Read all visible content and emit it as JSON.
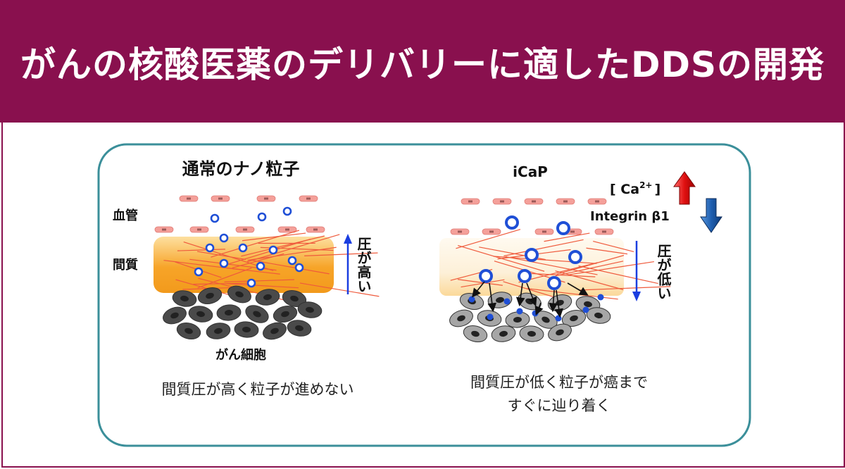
{
  "header": {
    "title": "がんの核酸医薬のデリバリーに適したDDSの開発"
  },
  "left_panel": {
    "title": "通常のナノ粒子",
    "label_vessel": "血管",
    "label_stroma": "間質",
    "label_pressure": "圧が高い",
    "label_cancer": "がん細胞",
    "caption": "間質圧が高く粒子が進めない"
  },
  "right_panel": {
    "title": "iCaP",
    "label_ca": "[ Ca",
    "label_ca_sup": "2+",
    "label_ca_close": "]",
    "label_integrin": "Integrin β1",
    "label_pressure": "圧が低い",
    "caption_line1": "間質圧が低く粒子が癌まで",
    "caption_line2": "すぐに辿り着く"
  },
  "colors": {
    "header_bg": "#89104e",
    "panel_border": "#3b8f9a",
    "stroma_orange": "#f7a428",
    "vessel_pink": "#f4a09a",
    "fiber_red": "#ef5a3c",
    "particle_blue": "#1f4fd6",
    "arrow_blue": "#1a3ee0",
    "up_arrow_red": "#e02020",
    "down_arrow_blue": "#1f5fb0",
    "cell_dark": "#4a4a4a",
    "cell_light": "#a6a6a6"
  },
  "icons": [
    "nanoparticle-icon",
    "icap-particle-icon",
    "cancer-cell-icon",
    "up-arrow-icon",
    "down-arrow-icon"
  ]
}
